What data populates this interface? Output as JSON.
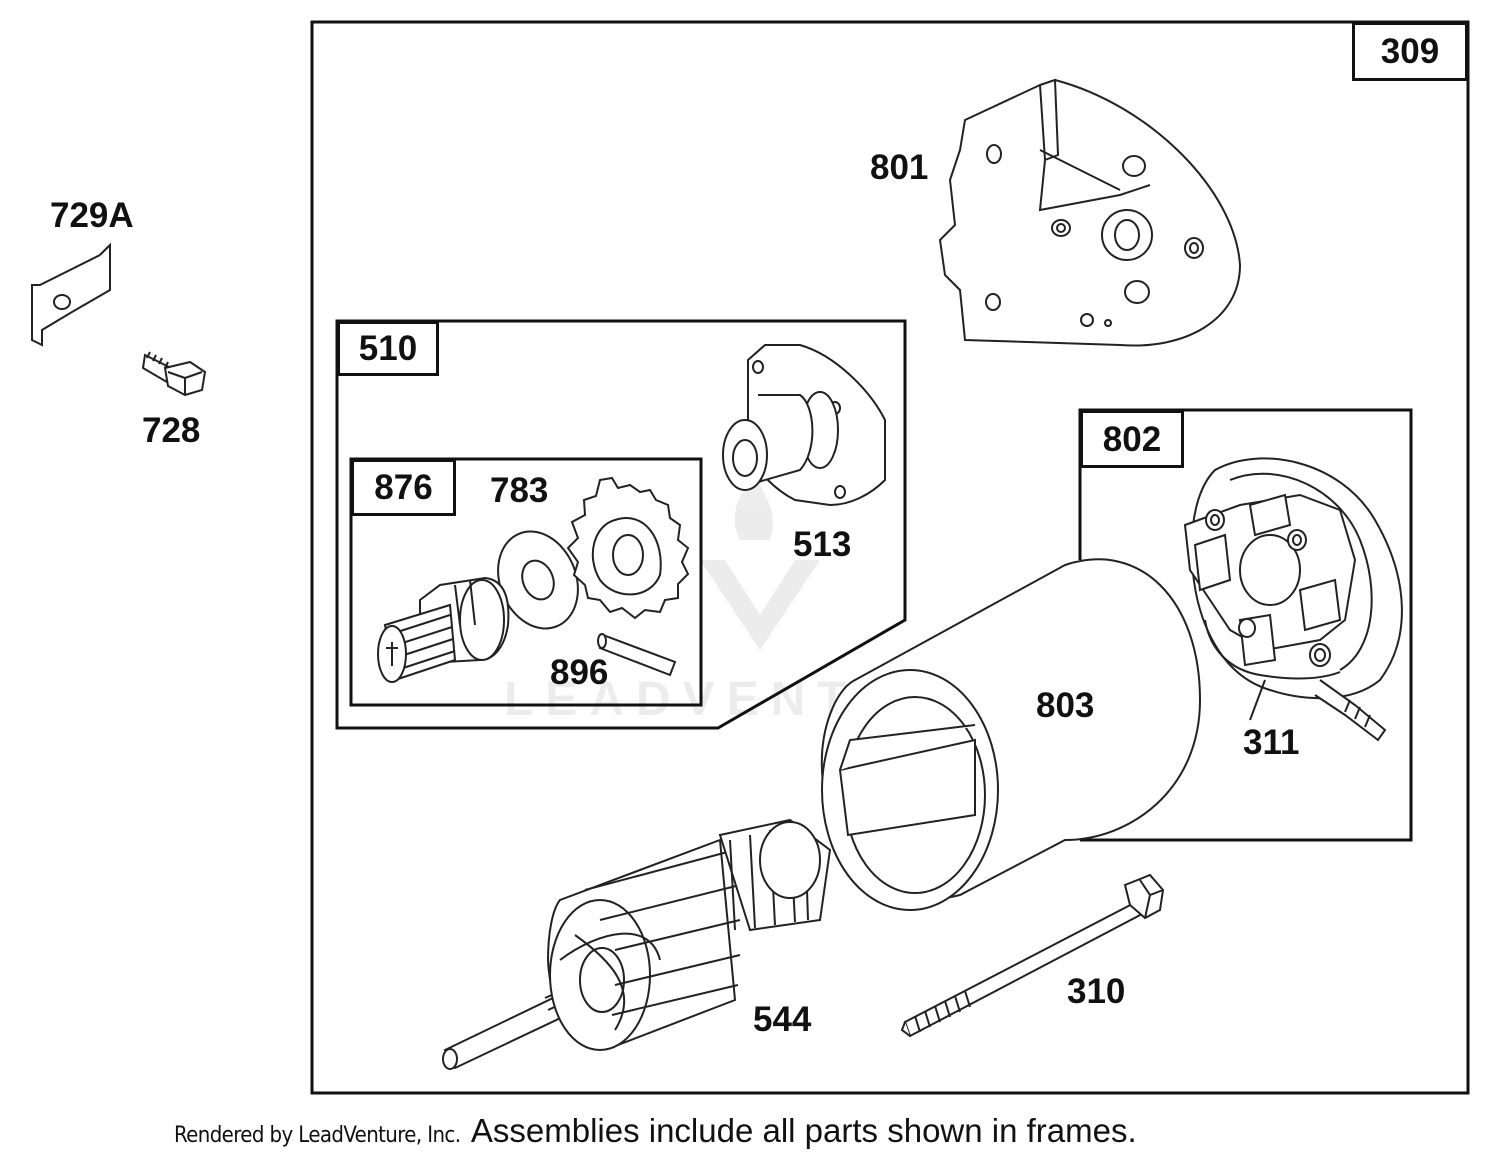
{
  "assemblies": {
    "starter_motor": "309",
    "drive_end_cap": "510",
    "drive_kit": "876",
    "end_cap_assembly": "802"
  },
  "callouts": {
    "bracket": "729A",
    "screw": "728",
    "mounting_bracket": "801",
    "drive_end_cap": "513",
    "pinion_gear": "783",
    "roll_pin": "896",
    "motor_housing": "803",
    "brush_set": "311",
    "armature": "544",
    "through_bolt": "310"
  },
  "footer": {
    "credit": "Rendered by LeadVenture, Inc.",
    "note": "Assemblies include all parts shown in frames."
  },
  "watermark": {
    "text": "LEADVENTURE"
  }
}
